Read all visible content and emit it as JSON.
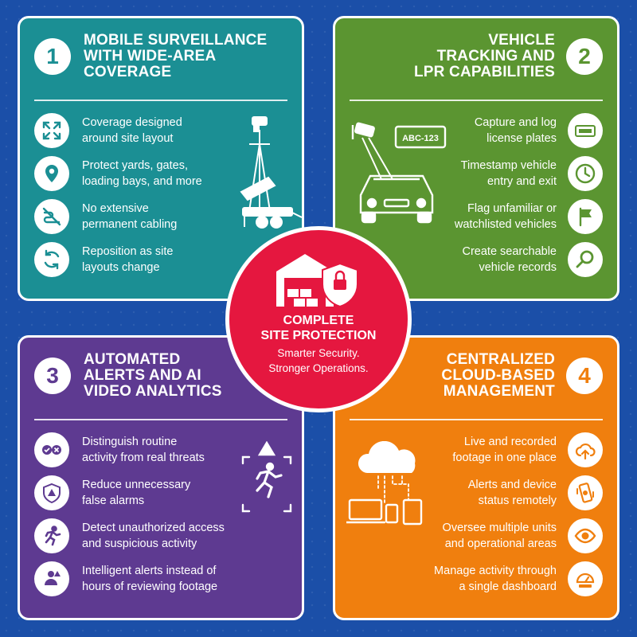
{
  "colors": {
    "background": "#1b4fa8",
    "panel_1": "#1b8f94",
    "panel_2": "#5b9531",
    "panel_3": "#5e3a91",
    "panel_4": "#f07f0e",
    "center": "#e5173f"
  },
  "center": {
    "title_line1": "COMPLETE",
    "title_line2": "SITE PROTECTION",
    "subtitle_line1": "Smarter Security.",
    "subtitle_line2": "Stronger Operations.",
    "icon": "warehouse-shield-icon"
  },
  "panels": [
    {
      "number": "1",
      "title_lines": [
        "MOBILE SURVEILLANCE",
        "WITH WIDE-AREA",
        "COVERAGE"
      ],
      "illustration": "surveillance-trailer-icon",
      "items": [
        {
          "icon": "expand-icon",
          "line1": "Coverage designed",
          "line2": "around site layout"
        },
        {
          "icon": "location-pin-icon",
          "line1": "Protect yards, gates,",
          "line2": "loading bays, and more"
        },
        {
          "icon": "no-cable-icon",
          "line1": "No extensive",
          "line2": "permanent cabling"
        },
        {
          "icon": "reposition-icon",
          "line1": "Reposition as site",
          "line2": "layouts change"
        }
      ]
    },
    {
      "number": "2",
      "title_lines": [
        "VEHICLE",
        "TRACKING AND",
        "LPR CAPABILITIES"
      ],
      "illustration": "car-camera-icon",
      "plate_text": "ABC-123",
      "items": [
        {
          "icon": "license-plate-icon",
          "line1": "Capture and log",
          "line2": "license plates"
        },
        {
          "icon": "clock-icon",
          "line1": "Timestamp vehicle",
          "line2": "entry and exit"
        },
        {
          "icon": "flag-icon",
          "line1": "Flag unfamiliar or",
          "line2": "watchlisted vehicles"
        },
        {
          "icon": "magnifier-icon",
          "line1": "Create searchable",
          "line2": "vehicle records"
        }
      ]
    },
    {
      "number": "3",
      "title_lines": [
        "AUTOMATED",
        "ALERTS AND AI",
        "VIDEO ANALYTICS"
      ],
      "illustration": "person-detection-icon",
      "items": [
        {
          "icon": "check-x-icon",
          "line1": "Distinguish routine",
          "line2": "activity from real threats"
        },
        {
          "icon": "alarm-shield-icon",
          "line1": "Reduce unnecessary",
          "line2": "false alarms"
        },
        {
          "icon": "running-person-icon",
          "line1": "Detect unauthorized access",
          "line2": "and suspicious activity"
        },
        {
          "icon": "operator-alert-icon",
          "line1": "Intelligent alerts instead of",
          "line2": "hours of reviewing footage"
        }
      ]
    },
    {
      "number": "4",
      "title_lines": [
        "CENTRALIZED",
        "CLOUD-BASED",
        "MANAGEMENT"
      ],
      "illustration": "cloud-devices-icon",
      "items": [
        {
          "icon": "cloud-upload-icon",
          "line1": "Live and recorded",
          "line2": "footage in one place"
        },
        {
          "icon": "phone-alert-icon",
          "line1": "Alerts and device",
          "line2": "status remotely"
        },
        {
          "icon": "eye-icon",
          "line1": "Oversee multiple units",
          "line2": "and operational areas"
        },
        {
          "icon": "dashboard-icon",
          "line1": "Manage activity through",
          "line2": "a single dashboard"
        }
      ]
    }
  ]
}
